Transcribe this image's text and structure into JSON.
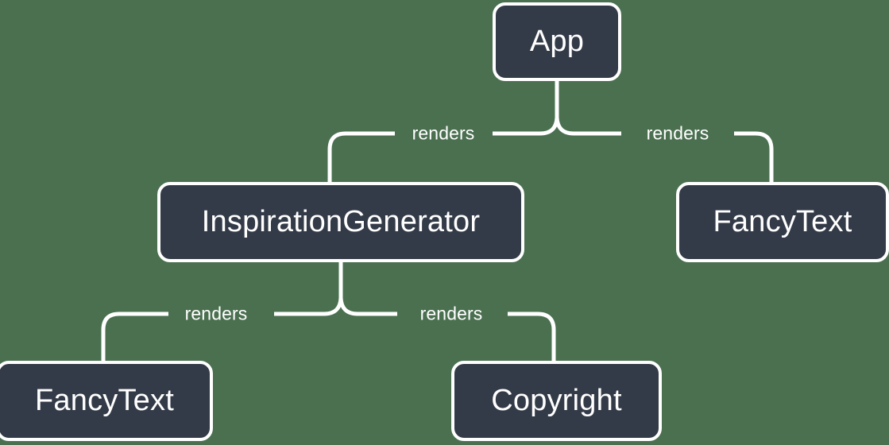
{
  "diagram": {
    "type": "component-tree",
    "background_color": "#4a7050",
    "node_fill_color": "#343b48",
    "node_border_color": "#ffffff",
    "connector_color": "#ffffff",
    "text_color": "#ffffff",
    "nodes": [
      {
        "id": "app",
        "label": "App"
      },
      {
        "id": "inspgen",
        "label": "InspirationGenerator"
      },
      {
        "id": "fancy_right",
        "label": "FancyText"
      },
      {
        "id": "fancy_left",
        "label": "FancyText"
      },
      {
        "id": "copyright",
        "label": "Copyright"
      }
    ],
    "edges": [
      {
        "from": "app",
        "to": "inspgen",
        "label": "renders"
      },
      {
        "from": "app",
        "to": "fancy_right",
        "label": "renders"
      },
      {
        "from": "inspgen",
        "to": "fancy_left",
        "label": "renders"
      },
      {
        "from": "inspgen",
        "to": "copyright",
        "label": "renders"
      }
    ]
  }
}
